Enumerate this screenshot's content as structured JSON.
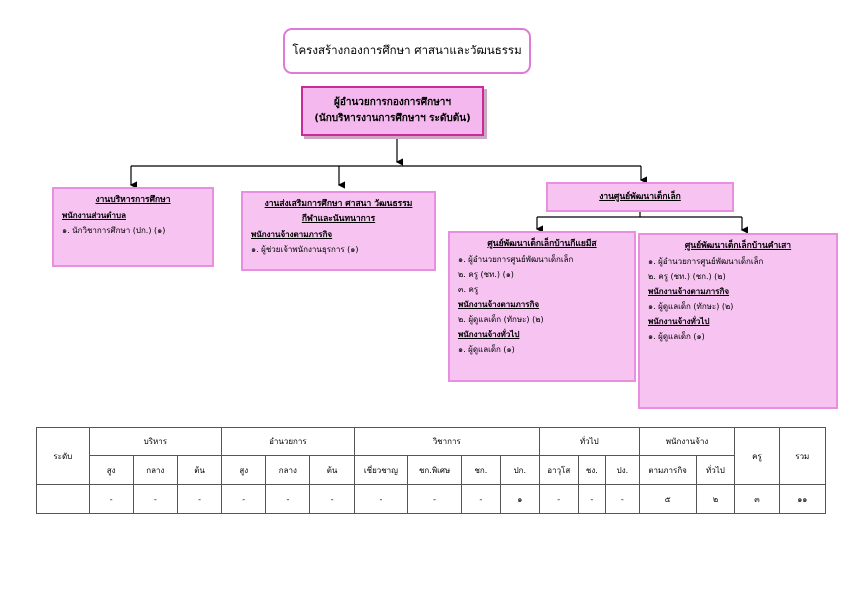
{
  "title": "โครงสร้างกองการศึกษา ศาสนาและวัฒนธรรม",
  "director": {
    "line1": "ผู้อำนวยการกองการศึกษาฯ",
    "line2": "(นักบริหารงานการศึกษาฯ ระดับต้น)"
  },
  "admin_unit": {
    "title": "งานบริหารการศึกษา",
    "section": "พนักงานส่วนตำบล",
    "items": [
      "๑. นักวิชาการศึกษา (ปก.) (๑)"
    ]
  },
  "promotion_unit": {
    "title_line1": "งานส่งเสริมการศึกษา ศาสนา วัฒนธรรม",
    "title_line2": "กีฬาและนันทนาการ",
    "section": "พนักงานจ้างตามภารกิจ",
    "items": [
      "๑. ผู้ช่วยเจ้าพนักงานธุรการ (๑)"
    ]
  },
  "childcare_unit": {
    "title": "งานศูนย์พัฒนาเด็กเล็ก"
  },
  "center_left": {
    "title": "ศูนย์พัฒนาเด็กเล็กบ้านกีแยมีส",
    "items": [
      "๑. ผู้อำนวยการศูนย์พัฒนาเด็กเล็ก",
      "๒. ครู (ชท.) (๑)",
      "๓. ครู"
    ],
    "section1": "พนักงานจ้างตามภารกิจ",
    "items1": [
      "๒. ผู้ดูแลเด็ก (ทักษะ) (๒)"
    ],
    "section2": "พนักงานจ้างทั่วไป",
    "items2": [
      "๑. ผู้ดูแลเด็ก (๑)"
    ]
  },
  "center_right": {
    "title": "ศูนย์พัฒนาเด็กเล็กบ้านคำเสา",
    "items": [
      "๑. ผู้อำนวยการศูนย์พัฒนาเด็กเล็ก",
      "๒. ครู (ชท.) (ชก.) (๒)"
    ],
    "section1": "พนักงานจ้างตามภารกิจ",
    "items1": [
      "๑. ผู้ดูแลเด็ก (ทักษะ) (๒)"
    ],
    "section2": "พนักงานจ้างทั่วไป",
    "items2": [
      "๑. ผู้ดูแลเด็ก (๑)"
    ]
  },
  "summary_table": {
    "level_header": "ระดับ",
    "groups": [
      "บริหาร",
      "อำนวยการ",
      "วิชาการ",
      "ทั่วไป",
      "พนักงานจ้าง"
    ],
    "teacher_header": "ครู",
    "total_header": "รวม",
    "subheaders": [
      "สูง",
      "กลาง",
      "ต้น",
      "สูง",
      "กลาง",
      "ต้น",
      "เชี่ยวชาญ",
      "ชก.พิเศษ",
      "ชก.",
      "ปก.",
      "อาวุโส",
      "ชง.",
      "ปง.",
      "ตามภารกิจ",
      "ทั่วไป"
    ],
    "values": [
      "-",
      "-",
      "-",
      "-",
      "-",
      "-",
      "-",
      "-",
      "-",
      "๑",
      "-",
      "-",
      "-",
      "๕",
      "๒",
      "๓",
      "๑๑"
    ]
  }
}
